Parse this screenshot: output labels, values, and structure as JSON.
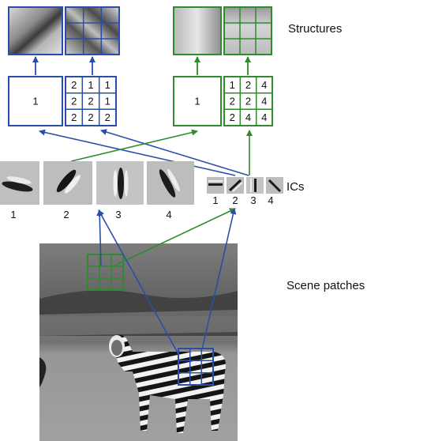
{
  "labels": {
    "structures": "Structures",
    "ics": "ICs",
    "scene_patches": "Scene patches"
  },
  "blue_group": {
    "single_value": "1",
    "grid": [
      [
        "2",
        "1",
        "1"
      ],
      [
        "2",
        "2",
        "1"
      ],
      [
        "2",
        "2",
        "2"
      ]
    ]
  },
  "green_group": {
    "single_value": "1",
    "grid": [
      [
        "1",
        "2",
        "4"
      ],
      [
        "2",
        "2",
        "4"
      ],
      [
        "2",
        "4",
        "4"
      ]
    ]
  },
  "large_ics": {
    "numbers": [
      "1",
      "2",
      "3",
      "4"
    ]
  },
  "small_ics": {
    "numbers": [
      "1",
      "2",
      "3",
      "4"
    ]
  },
  "colors": {
    "blue": "#2a4ea8",
    "green": "#2e8b2e"
  }
}
